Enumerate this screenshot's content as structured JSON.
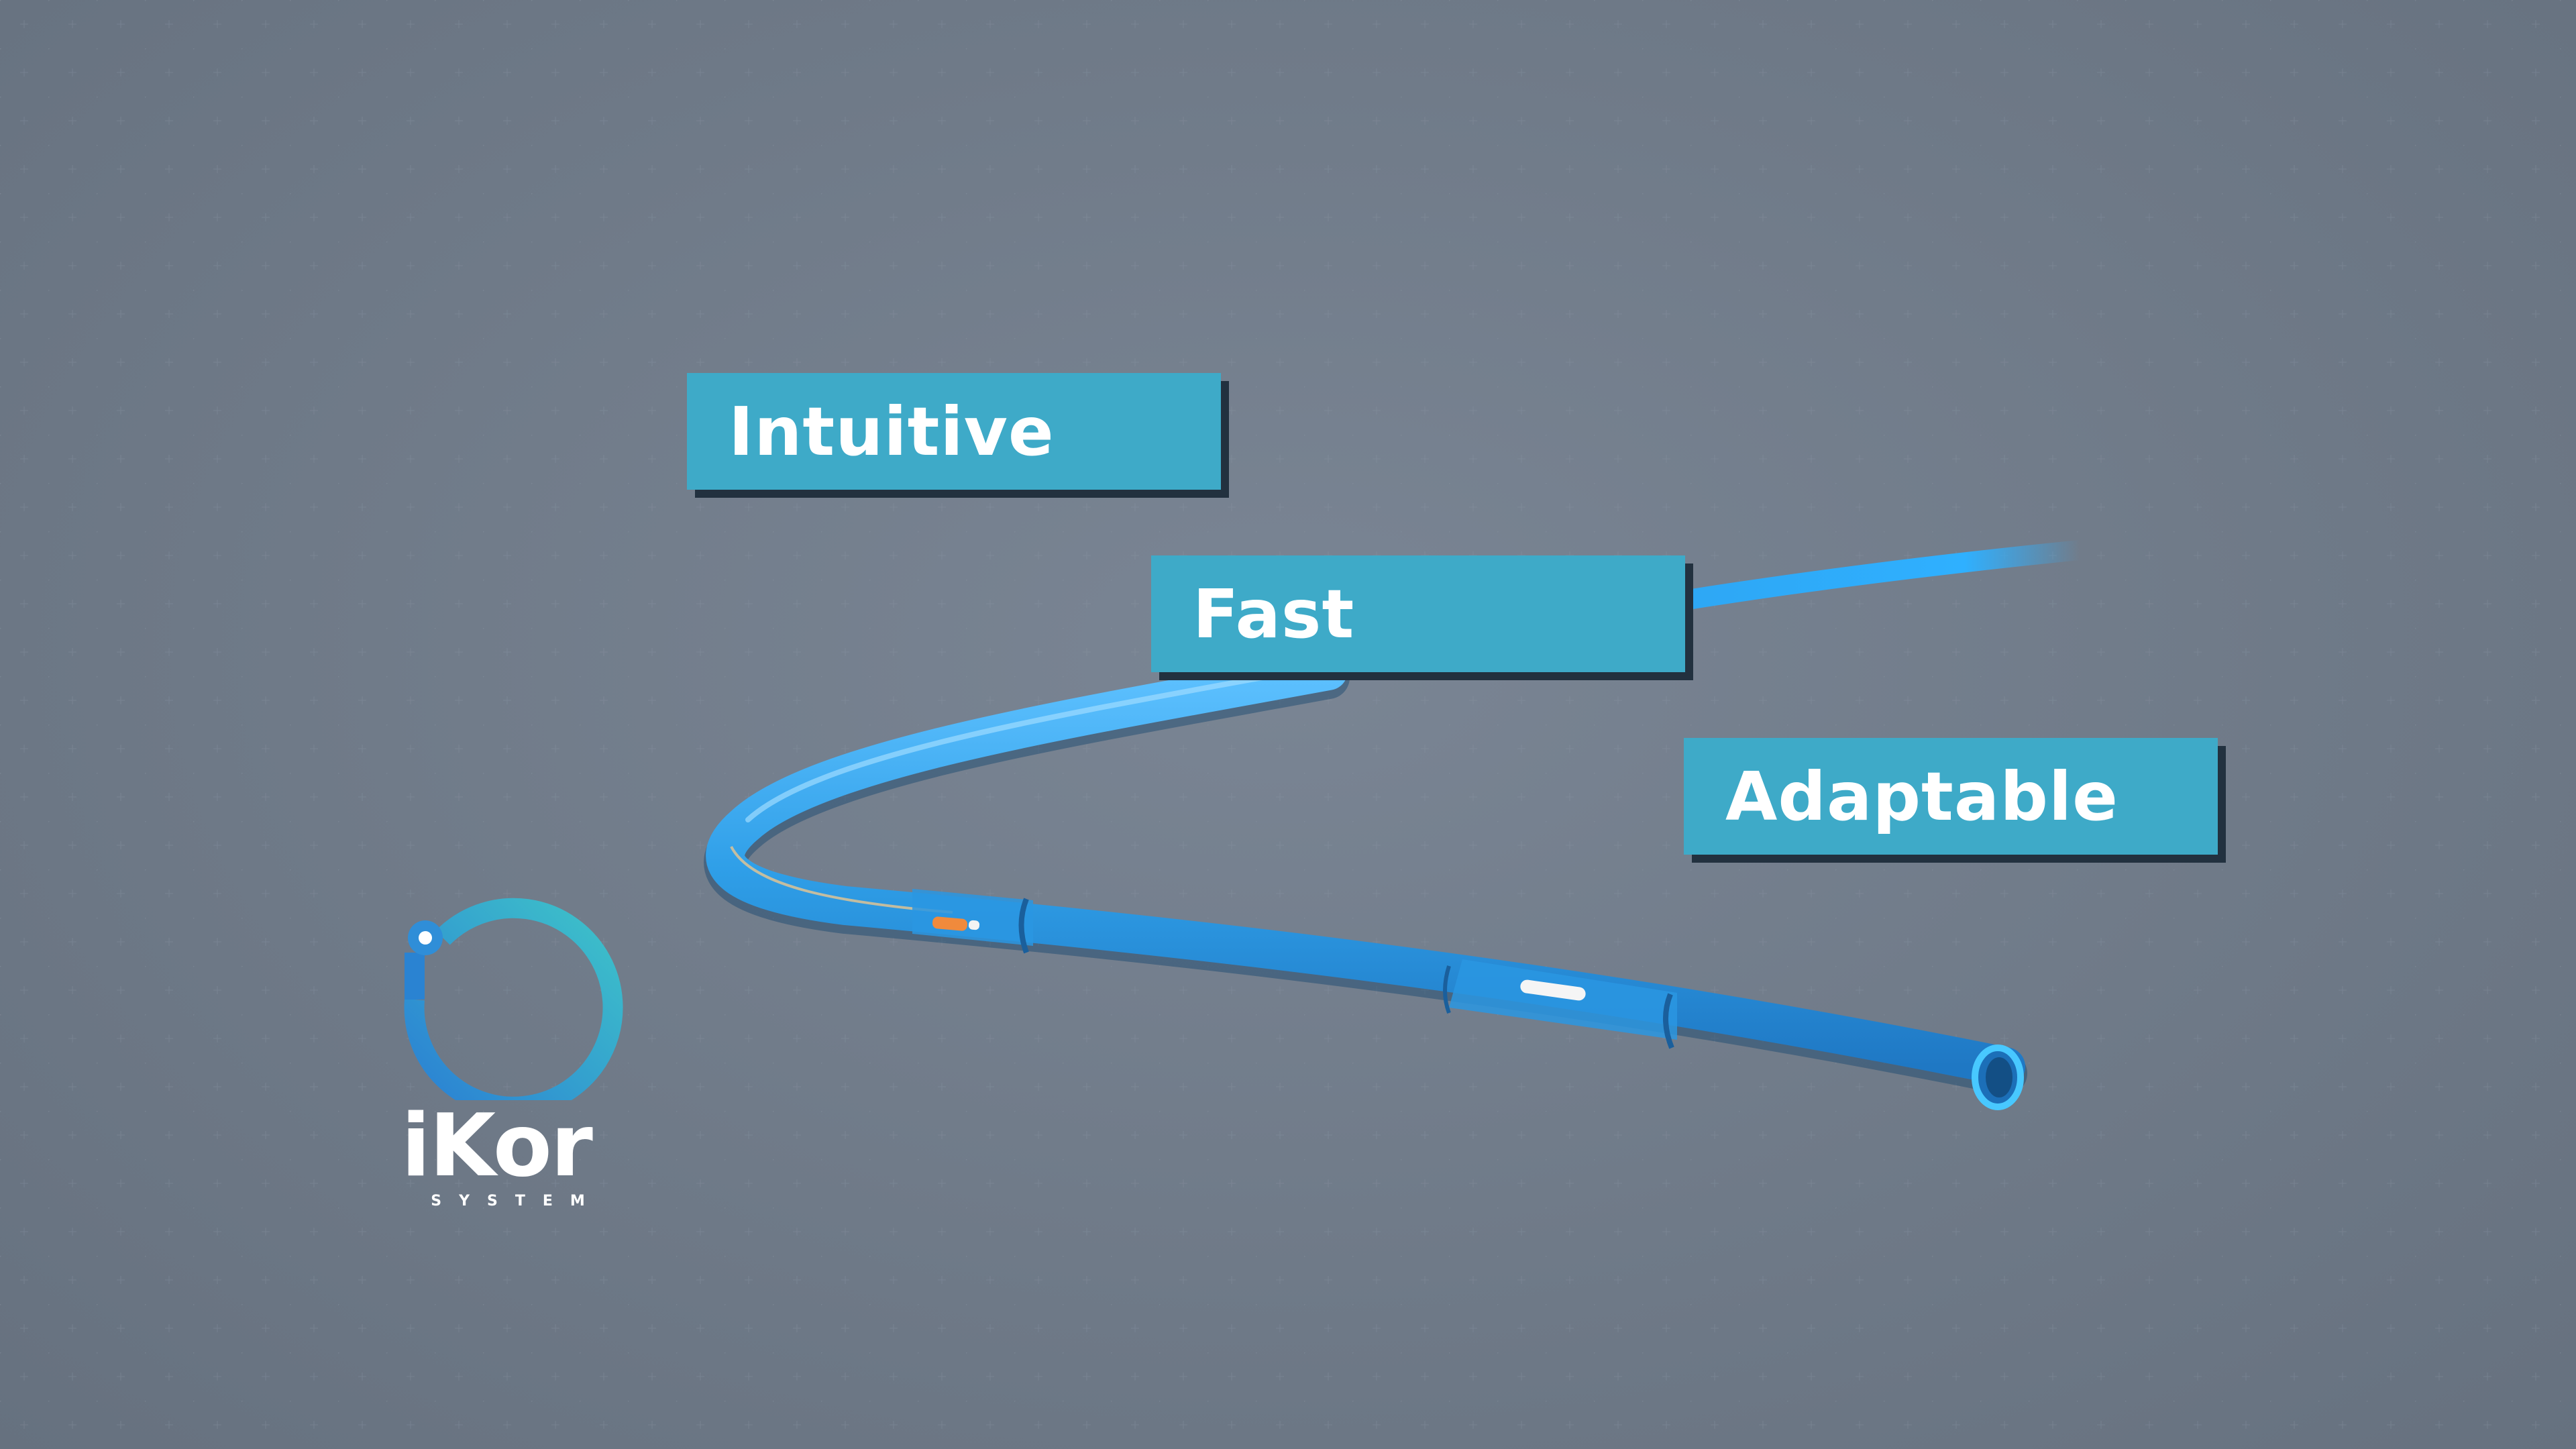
{
  "labels": {
    "intuitive": "Intuitive",
    "fast": "Fast",
    "adaptable": "Adaptable"
  },
  "logo": {
    "wordmark": "iKor",
    "subtitle": "SYSTEM",
    "icon": "ikor-ring-icon"
  },
  "colors": {
    "background": "#6e7a89",
    "label_box": "#3eaac8",
    "label_shadow": "#22313f",
    "catheter": "#2f9fe8",
    "logo_gradient_start": "#2a7fd4",
    "logo_gradient_end": "#3ec3c9"
  }
}
